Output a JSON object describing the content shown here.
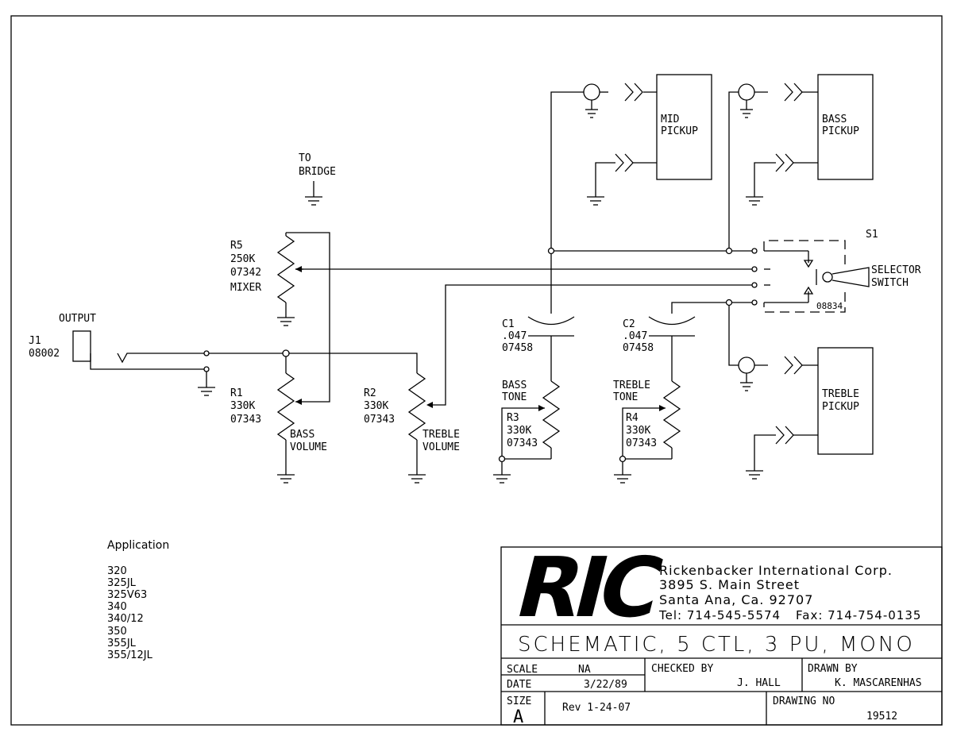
{
  "components": {
    "r5": {
      "ref": "R5",
      "value": "250K",
      "part": "07342",
      "name": "MIXER"
    },
    "r1": {
      "ref": "R1",
      "value": "330K",
      "part": "07343",
      "name1": "BASS",
      "name2": "VOLUME"
    },
    "r2": {
      "ref": "R2",
      "value": "330K",
      "part": "07343",
      "name1": "TREBLE",
      "name2": "VOLUME"
    },
    "r3": {
      "ref": "R3",
      "value": "330K",
      "part": "07343",
      "name1": "BASS",
      "name2": "TONE"
    },
    "r4": {
      "ref": "R4",
      "value": "330K",
      "part": "07343",
      "name1": "TREBLE",
      "name2": "TONE"
    },
    "c1": {
      "ref": "C1",
      "value": ".047",
      "part": "07458"
    },
    "c2": {
      "ref": "C2",
      "value": ".047",
      "part": "07458"
    },
    "j1": {
      "ref": "J1",
      "part": "08002",
      "name": "OUTPUT"
    },
    "s1": {
      "ref": "S1",
      "part": "08834",
      "name1": "SELECTOR",
      "name2": "SWITCH"
    },
    "bridge": {
      "line1": "TO",
      "line2": "BRIDGE"
    },
    "mid_pickup": {
      "line1": "MID",
      "line2": "PICKUP"
    },
    "bass_pickup": {
      "line1": "BASS",
      "line2": "PICKUP"
    },
    "treble_pickup": {
      "line1": "TREBLE",
      "line2": "PICKUP"
    }
  },
  "application": {
    "title": "Application",
    "models": [
      "320",
      "325JL",
      "325V63",
      "340",
      "340/12",
      "350",
      "355JL",
      "355/12JL"
    ]
  },
  "title_block": {
    "logo": "RIC",
    "company": "Rickenbacker International Corp.",
    "address1": "3895 S. Main Street",
    "address2": "Santa Ana, Ca. 92707",
    "phone": "Tel: 714-545-5574",
    "fax": "Fax: 714-754-0135",
    "title": "SCHEMATIC, 5 CTL, 3 PU, MONO",
    "scale_label": "SCALE",
    "scale_value": "NA",
    "date_label": "DATE",
    "date_value": "3/22/89",
    "checked_label": "CHECKED BY",
    "checked_value": "J. HALL",
    "drawn_label": "DRAWN BY",
    "drawn_value": "K. MASCARENHAS",
    "size_label": "SIZE",
    "size_value": "A",
    "rev": "Rev 1-24-07",
    "drawing_no_label": "DRAWING NO",
    "drawing_no_value": "19512"
  }
}
